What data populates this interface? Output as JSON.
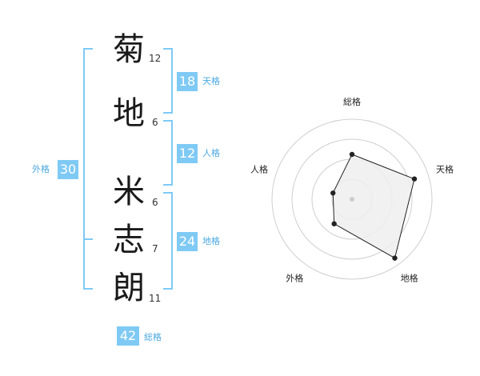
{
  "name": {
    "chars": [
      {
        "char": "菊",
        "strokes": "12"
      },
      {
        "char": "地",
        "strokes": "6"
      },
      {
        "char": "米",
        "strokes": "6"
      },
      {
        "char": "志",
        "strokes": "7"
      },
      {
        "char": "朗",
        "strokes": "11"
      }
    ]
  },
  "scores": {
    "tenkaku": {
      "value": "18",
      "label": "天格"
    },
    "jinkaku": {
      "value": "12",
      "label": "人格"
    },
    "chikaku": {
      "value": "24",
      "label": "地格"
    },
    "gaikaku": {
      "value": "30",
      "label": "外格"
    },
    "soukaku": {
      "value": "42",
      "label": "総格"
    }
  },
  "radar": {
    "axes": [
      "総格",
      "天格",
      "地格",
      "外格",
      "人格"
    ],
    "values": [
      0.56,
      0.82,
      0.91,
      0.38,
      0.25
    ],
    "rings": 4,
    "fill_color": "#eeeeee",
    "line_color": "#222222"
  },
  "colors": {
    "accent": "#7fcaf5",
    "accent_text": "#4aa8e0"
  }
}
